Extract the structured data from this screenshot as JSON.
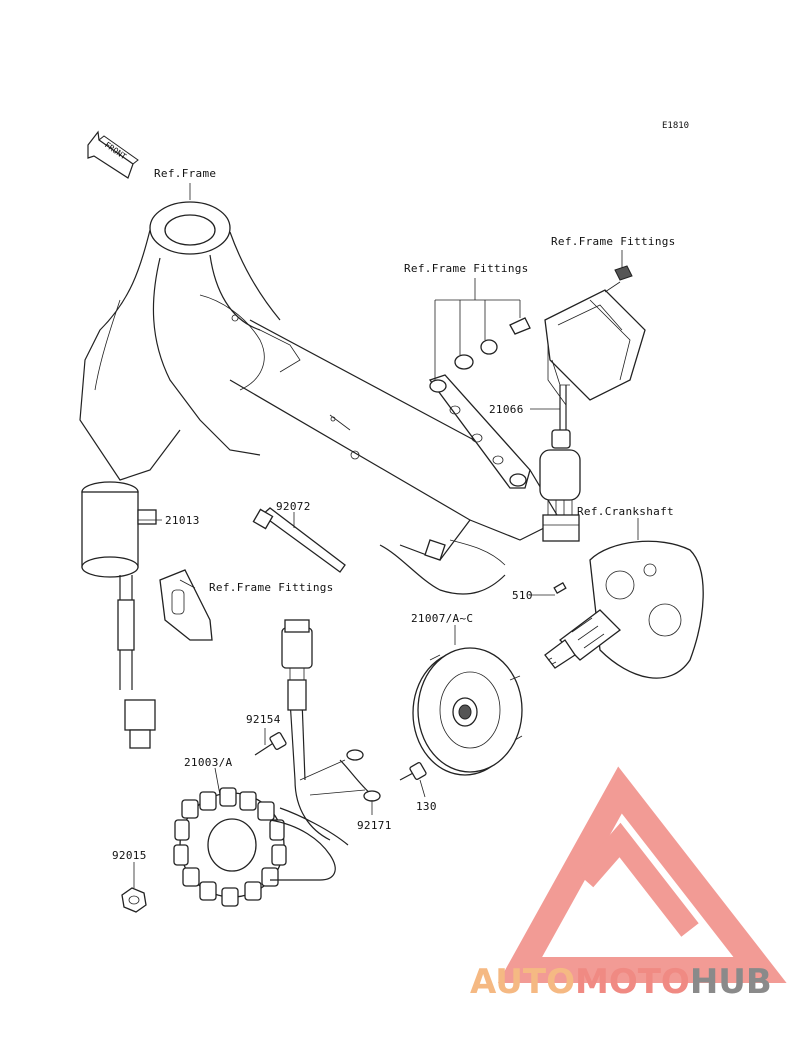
{
  "diagram": {
    "code": "E1810",
    "front_label": "FRONT",
    "labels": {
      "ref_frame": "Ref.Frame",
      "ref_frame_fittings_top": "Ref.Frame Fittings",
      "ref_frame_fittings_mid": "Ref.Frame Fittings",
      "ref_frame_fittings_low": "Ref.Frame Fittings",
      "ref_crankshaft": "Ref.Crankshaft",
      "p21066": "21066",
      "p21013": "21013",
      "p92072": "92072",
      "p510": "510",
      "p21007": "21007/A~C",
      "p92154": "92154",
      "p21003": "21003/A",
      "p130": "130",
      "p92171": "92171",
      "p92015": "92015"
    }
  },
  "watermark": {
    "part1": "AUTO",
    "part2": "MOTO",
    "part3": "HUB",
    "color1": "#f5b983",
    "color2": "#f08a83",
    "color3": "#8a8a8a",
    "triangle_color": "#f08a83"
  }
}
